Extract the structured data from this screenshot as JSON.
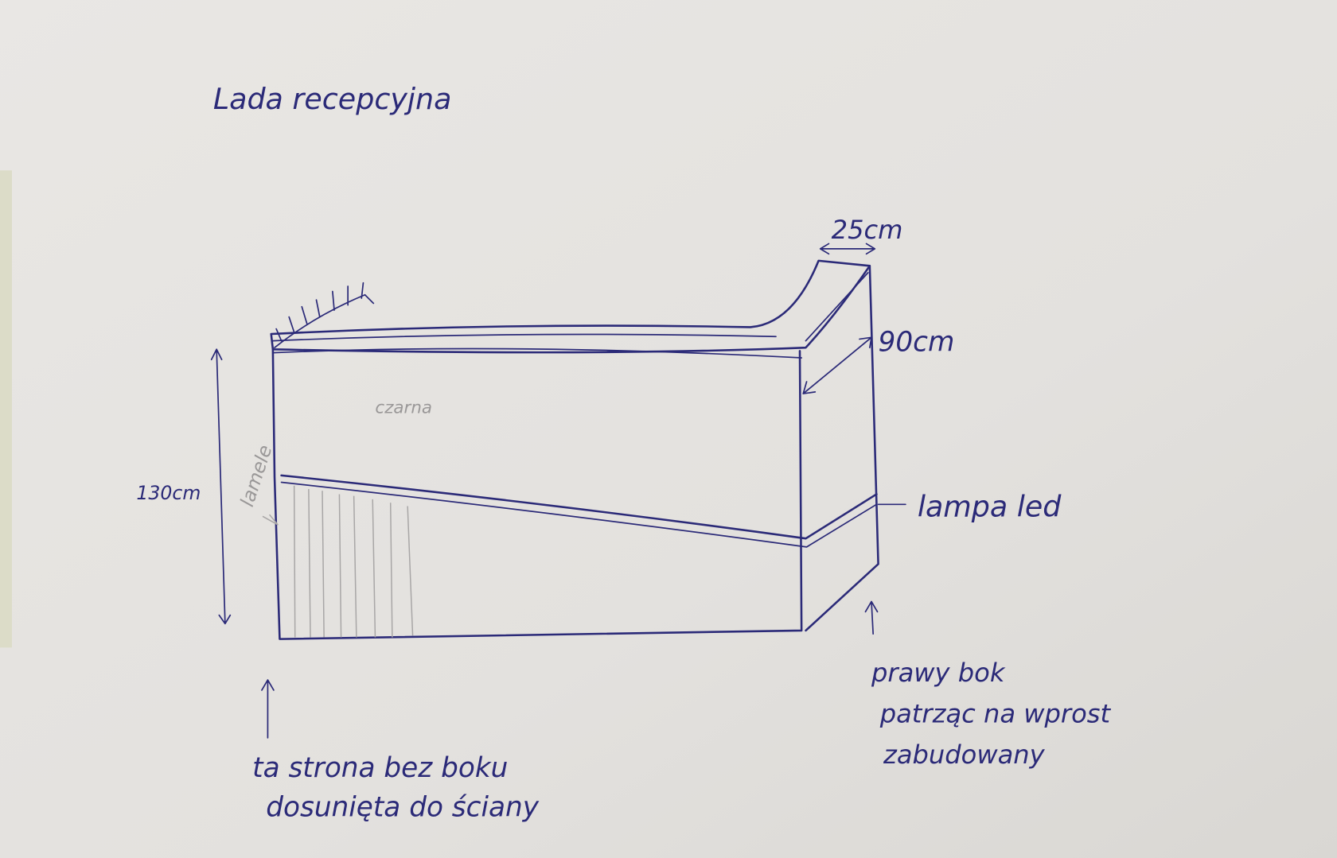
{
  "title": "Lada recepcyjna",
  "labels": {
    "width_top": "25cm",
    "depth": "90cm",
    "height": "130cm",
    "slats": "lamele",
    "color": "czarna",
    "lamp": "lampa led",
    "right_side": [
      "prawy bok",
      "patrząc na wprost",
      "zabudowany"
    ],
    "left_side": [
      "ta strona bez boku",
      "dosunięta do ściany"
    ]
  },
  "colors": {
    "paper": "#e4e2df",
    "ink": "#2b2a78",
    "pencil": "#a8a6a6"
  }
}
